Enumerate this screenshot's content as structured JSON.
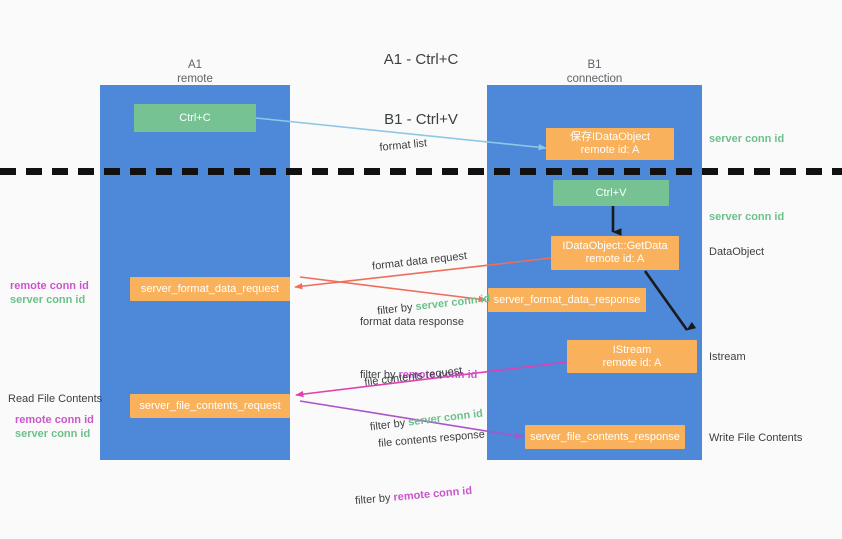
{
  "title": {
    "line1": "A1 - Ctrl+C",
    "line2": "B1 - Ctrl+V"
  },
  "lanes": [
    {
      "id": "a1",
      "name": "A1",
      "sub": "remote"
    },
    {
      "id": "b1",
      "name": "B1",
      "sub": "connection"
    }
  ],
  "colors": {
    "lane": "#4e88d9",
    "green_box": "#76c293",
    "orange_box": "#f9b15b",
    "server_conn_id": "#6cc08b",
    "remote_conn_id": "#cc55cc",
    "format_list_arrow": "#8ec7e8",
    "format_data_arrow": "#ef6d5a",
    "file_contents_request_arrow": "#e040b0",
    "file_contents_response_arrow": "#a855c8",
    "black_arrow": "#1a1a1a",
    "divider": "#111111",
    "background": "#fafafa"
  },
  "boxes": [
    {
      "id": "ctrl-c",
      "line1": "Ctrl+C",
      "line2": "",
      "style": "green"
    },
    {
      "id": "save-idataobject",
      "line1": "保存IDataObject",
      "line2": "remote id: A",
      "style": "orange"
    },
    {
      "id": "ctrl-v",
      "line1": "Ctrl+V",
      "line2": "",
      "style": "green"
    },
    {
      "id": "idataobject-getdata",
      "line1": "IDataObject::GetData",
      "line2": "remote id: A",
      "style": "orange"
    },
    {
      "id": "server-format-data-request",
      "line1": "server_format_data_request",
      "line2": "",
      "style": "orange"
    },
    {
      "id": "server-format-data-response",
      "line1": "server_format_data_response",
      "line2": "",
      "style": "orange"
    },
    {
      "id": "istream",
      "line1": "IStream",
      "line2": "remote id: A",
      "style": "orange"
    },
    {
      "id": "server-file-contents-request",
      "line1": "server_file_contents_request",
      "line2": "",
      "style": "orange"
    },
    {
      "id": "server-file-contents-response",
      "line1": "server_file_contents_response",
      "line2": "",
      "style": "orange"
    }
  ],
  "right_annotations": [
    {
      "id": "server-conn-id-top",
      "text": "server conn id",
      "kind": "green"
    },
    {
      "id": "server-conn-id-second",
      "text": "server conn id",
      "kind": "green"
    },
    {
      "id": "dataobject",
      "text": "DataObject",
      "kind": "plain"
    },
    {
      "id": "istream-label",
      "text": "Istream",
      "kind": "plain"
    },
    {
      "id": "write-file-contents",
      "text": "Write File Contents",
      "kind": "plain"
    }
  ],
  "left_annotations": [
    {
      "id": "mid-remote-conn-id",
      "text": "remote conn id",
      "kind": "magenta"
    },
    {
      "id": "mid-server-conn-id",
      "text": "server conn id",
      "kind": "green"
    },
    {
      "id": "read-file-contents",
      "text": "Read File Contents",
      "kind": "plain"
    },
    {
      "id": "low-remote-conn-id",
      "text": "remote conn id",
      "kind": "magenta"
    },
    {
      "id": "low-server-conn-id",
      "text": "server conn id",
      "kind": "green"
    }
  ],
  "arrow_labels": [
    {
      "id": "format-list",
      "title": "format list",
      "filter_prefix": "",
      "filter_value": "",
      "filter_kind": ""
    },
    {
      "id": "format-data-request",
      "title": "format data request",
      "filter_prefix": "filter by ",
      "filter_value": "server conn id",
      "filter_kind": "g"
    },
    {
      "id": "format-data-response",
      "title": "format data response",
      "filter_prefix": "filter by ",
      "filter_value": "remote conn id",
      "filter_kind": "m"
    },
    {
      "id": "file-contents-request",
      "title": "file contents request",
      "filter_prefix": "filter by ",
      "filter_value": "server conn id",
      "filter_kind": "g"
    },
    {
      "id": "file-contents-response",
      "title": "file contents response",
      "filter_prefix": "filter by ",
      "filter_value": "remote conn id",
      "filter_kind": "m"
    }
  ]
}
